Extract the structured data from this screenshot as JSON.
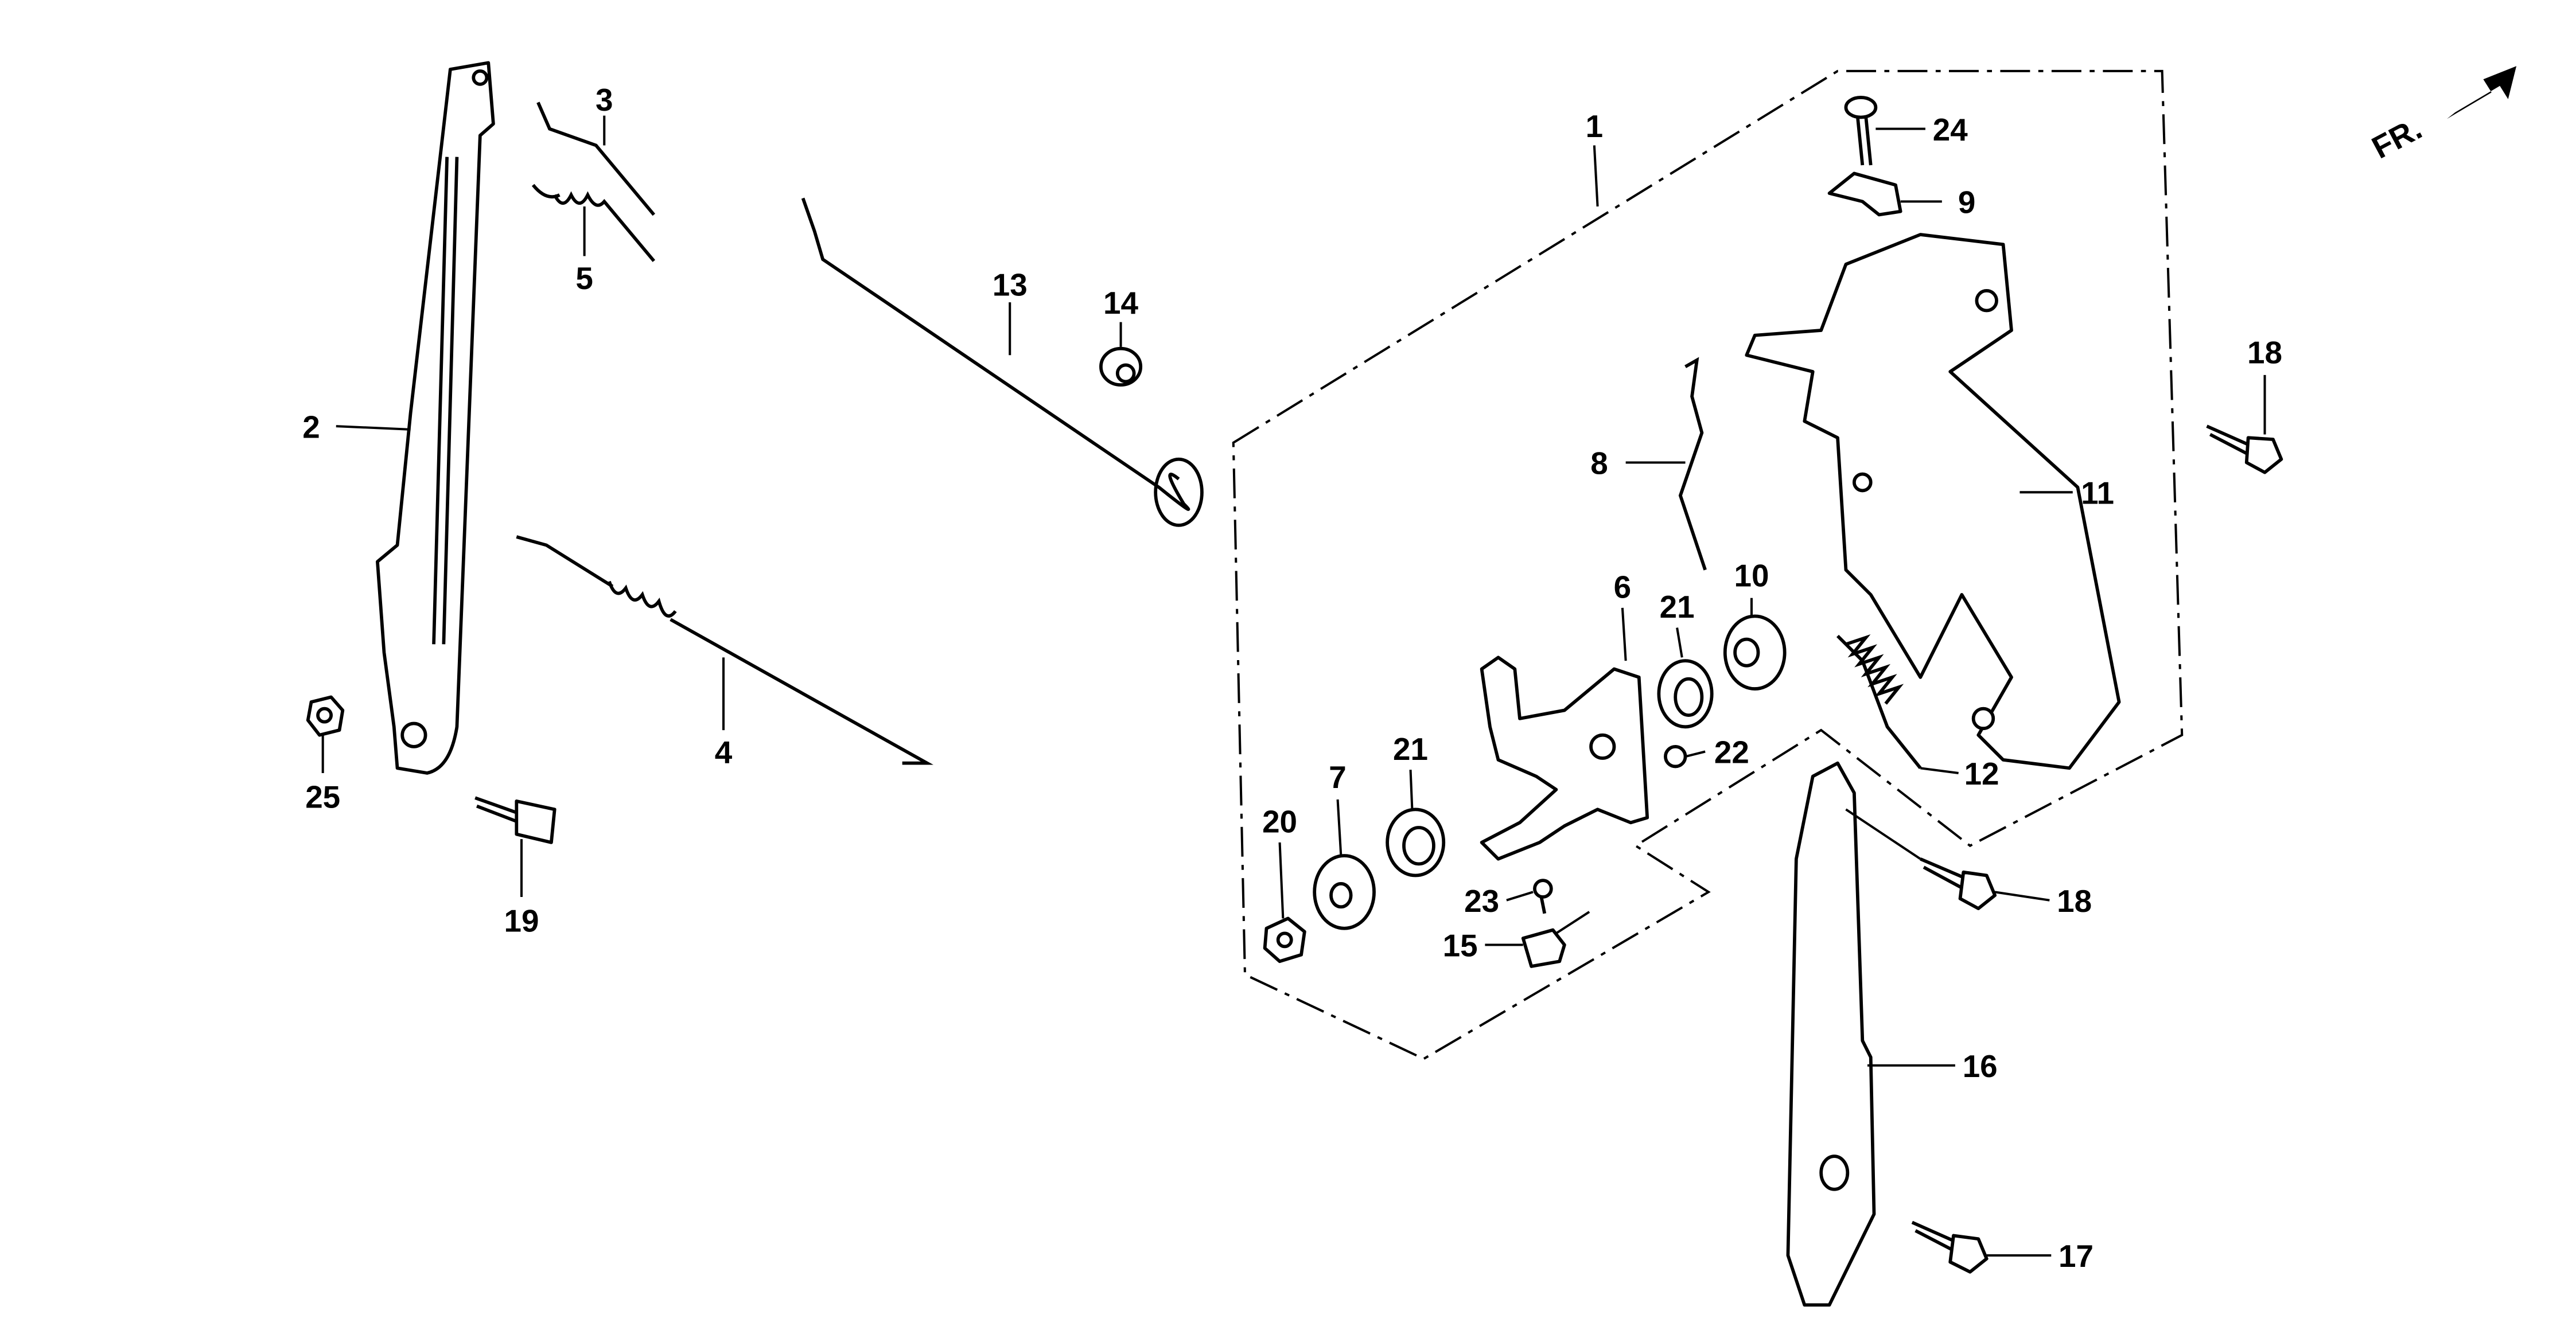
{
  "diagram": {
    "direction_label": "FR.",
    "callouts": [
      "1",
      "2",
      "3",
      "4",
      "5",
      "6",
      "7",
      "8",
      "9",
      "10",
      "11",
      "12",
      "13",
      "14",
      "15",
      "16",
      "17",
      "18",
      "18",
      "19",
      "20",
      "21",
      "21",
      "22",
      "23",
      "24",
      "25"
    ]
  }
}
